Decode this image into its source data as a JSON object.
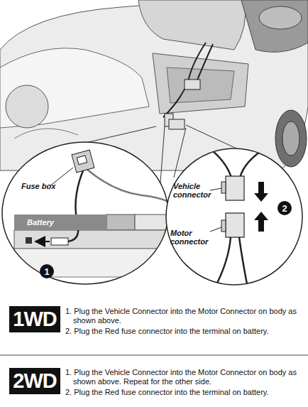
{
  "diagram": {
    "nodes": [
      {
        "text": [
          "2"
        ]
      },
      {
        "text": [
          "Battery"
        ]
      },
      {
        "text": [
          "1"
        ]
      },
      {
        "text": [
          "1WD"
        ]
      },
      {
        "text": [
          "2WD"
        ]
      }
    ],
    "labels": [
      "Fuse box",
      "Vehicle connector",
      "Motor connector",
      "1. Plug the Vehicle Connector into the Motor Connector on body as shown above.",
      "2. Plug the Red fuse connector into the terminal on battery.",
      "1. Plug the Vehicle Connector into the Motor Connector on body as shown above. Repeat for the other side.",
      "2. Plug the Red fuse connector into the terminal on battery."
    ]
  }
}
